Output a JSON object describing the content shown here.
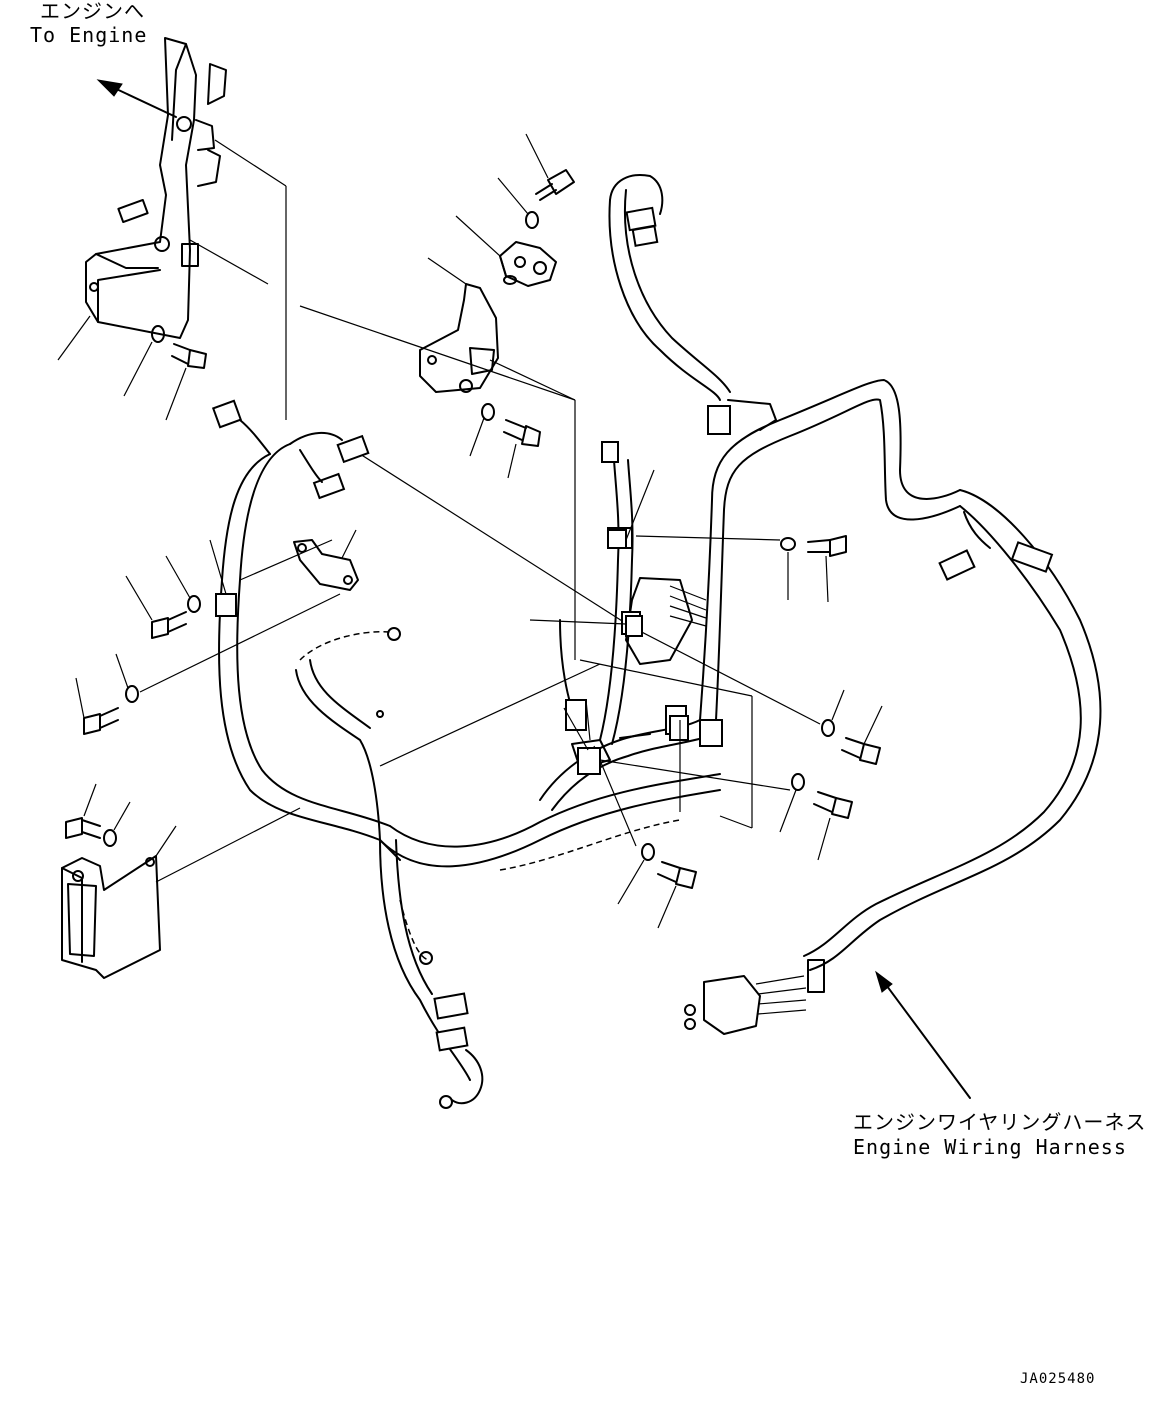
{
  "labels": {
    "to_engine_ja": "エンジンへ",
    "to_engine_en": "To Engine",
    "harness_ja": "エンジンワイヤリングハーネス",
    "harness_en": "Engine Wiring Harness",
    "drawing_code": "JA025480"
  }
}
